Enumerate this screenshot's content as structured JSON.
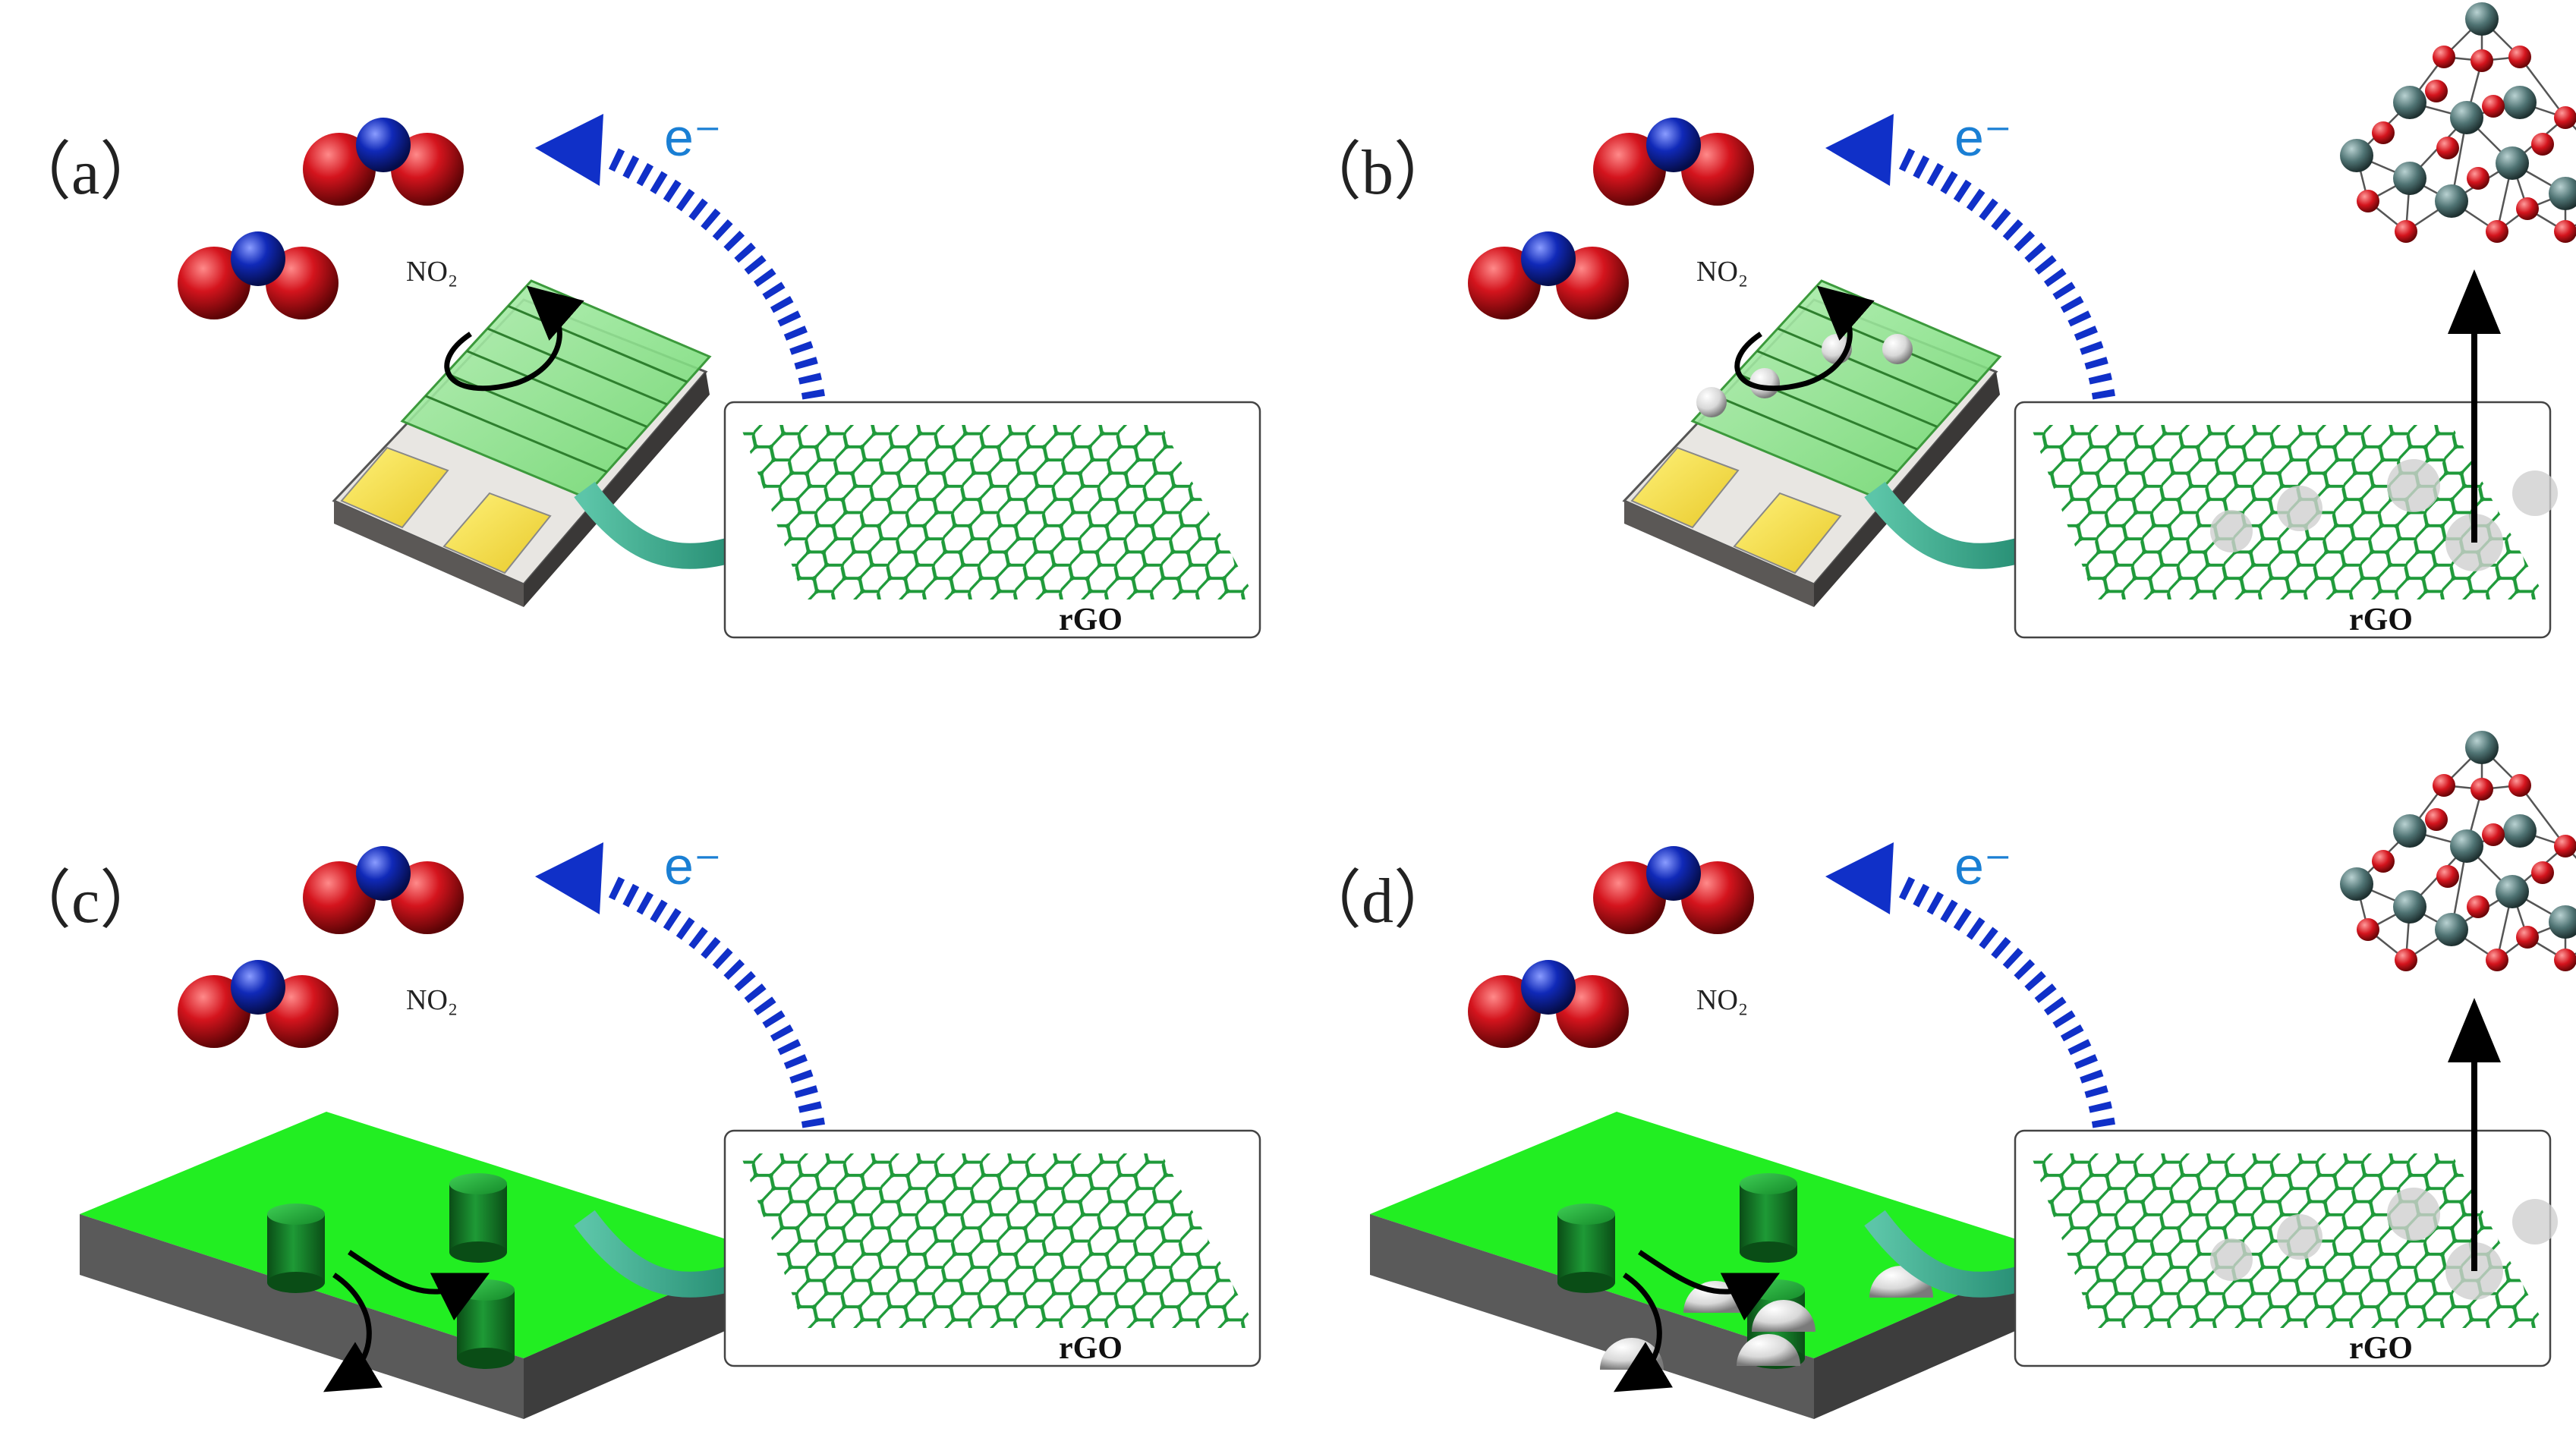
{
  "panels": [
    {
      "label": "（a）",
      "no2": "NO₂",
      "electron": "e⁻",
      "rgo": "rGO",
      "variant": "sensor",
      "nanoparticles": false,
      "cluster": false
    },
    {
      "label": "（b）",
      "no2": "NO₂",
      "electron": "e⁻",
      "rgo": "rGO",
      "variant": "sensor",
      "nanoparticles": true,
      "cluster": true
    },
    {
      "label": "（c）",
      "no2": "NO₂",
      "electron": "e⁻",
      "rgo": "rGO",
      "variant": "slab",
      "nanoparticles": false,
      "cluster": false
    },
    {
      "label": "（d）",
      "no2": "NO₂",
      "electron": "e⁻",
      "rgo": "rGO",
      "variant": "slab",
      "nanoparticles": true,
      "cluster": true
    }
  ],
  "colors": {
    "oxygen": "#d4141d",
    "nitrogen": "#1029b8",
    "electron_arrow": "#1030c8",
    "graphene": "#1f9a3a",
    "transfer_arrow": "#2a9a7c",
    "slab_top": "#22ee22",
    "tin_atom": "#4f7373"
  }
}
